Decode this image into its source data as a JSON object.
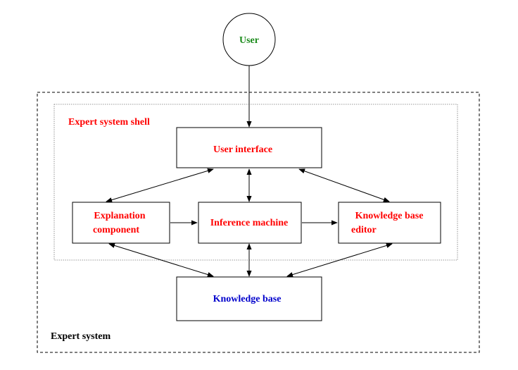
{
  "labels": {
    "user": "User",
    "shell": "Expert system shell",
    "user_interface": "User interface",
    "explanation_line1": "Explanation",
    "explanation_line2": "component",
    "inference": "Inference machine",
    "kb_editor_line1": "Knowledge base",
    "kb_editor_line2": "editor",
    "knowledge_base": "Knowledge base",
    "expert_system": "Expert system"
  },
  "colors": {
    "user": "#1a8a1a",
    "component_labels": "#ff0000",
    "knowledge_base": "#0000cc",
    "expert_system": "#000000",
    "lines": "#000000"
  }
}
